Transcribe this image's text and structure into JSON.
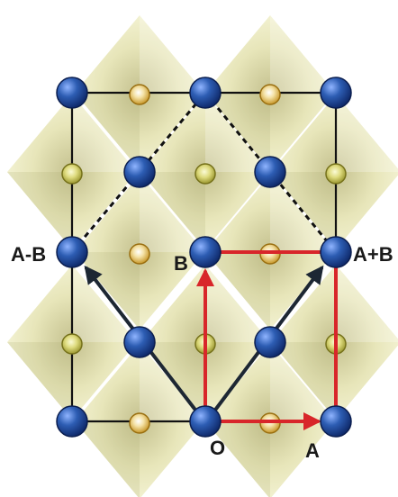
{
  "figure": {
    "labels": {
      "origin": "O",
      "a": "A",
      "b": "B",
      "a_plus_b": "A+B",
      "a_minus_b": "A-B"
    },
    "colors": {
      "background": "#ffffff",
      "octahedron": "#ecebb6",
      "octahedron_dark": "#c9c68a",
      "atom_blue": "#2d5db3",
      "atom_blue_dark": "#0f2a6b",
      "atom_gold": "#d9a92a",
      "atom_olive": "#b9b63a",
      "cell_line": "#111111",
      "vector_red": "#d8262a",
      "vector_dark": "#1d2733"
    }
  }
}
